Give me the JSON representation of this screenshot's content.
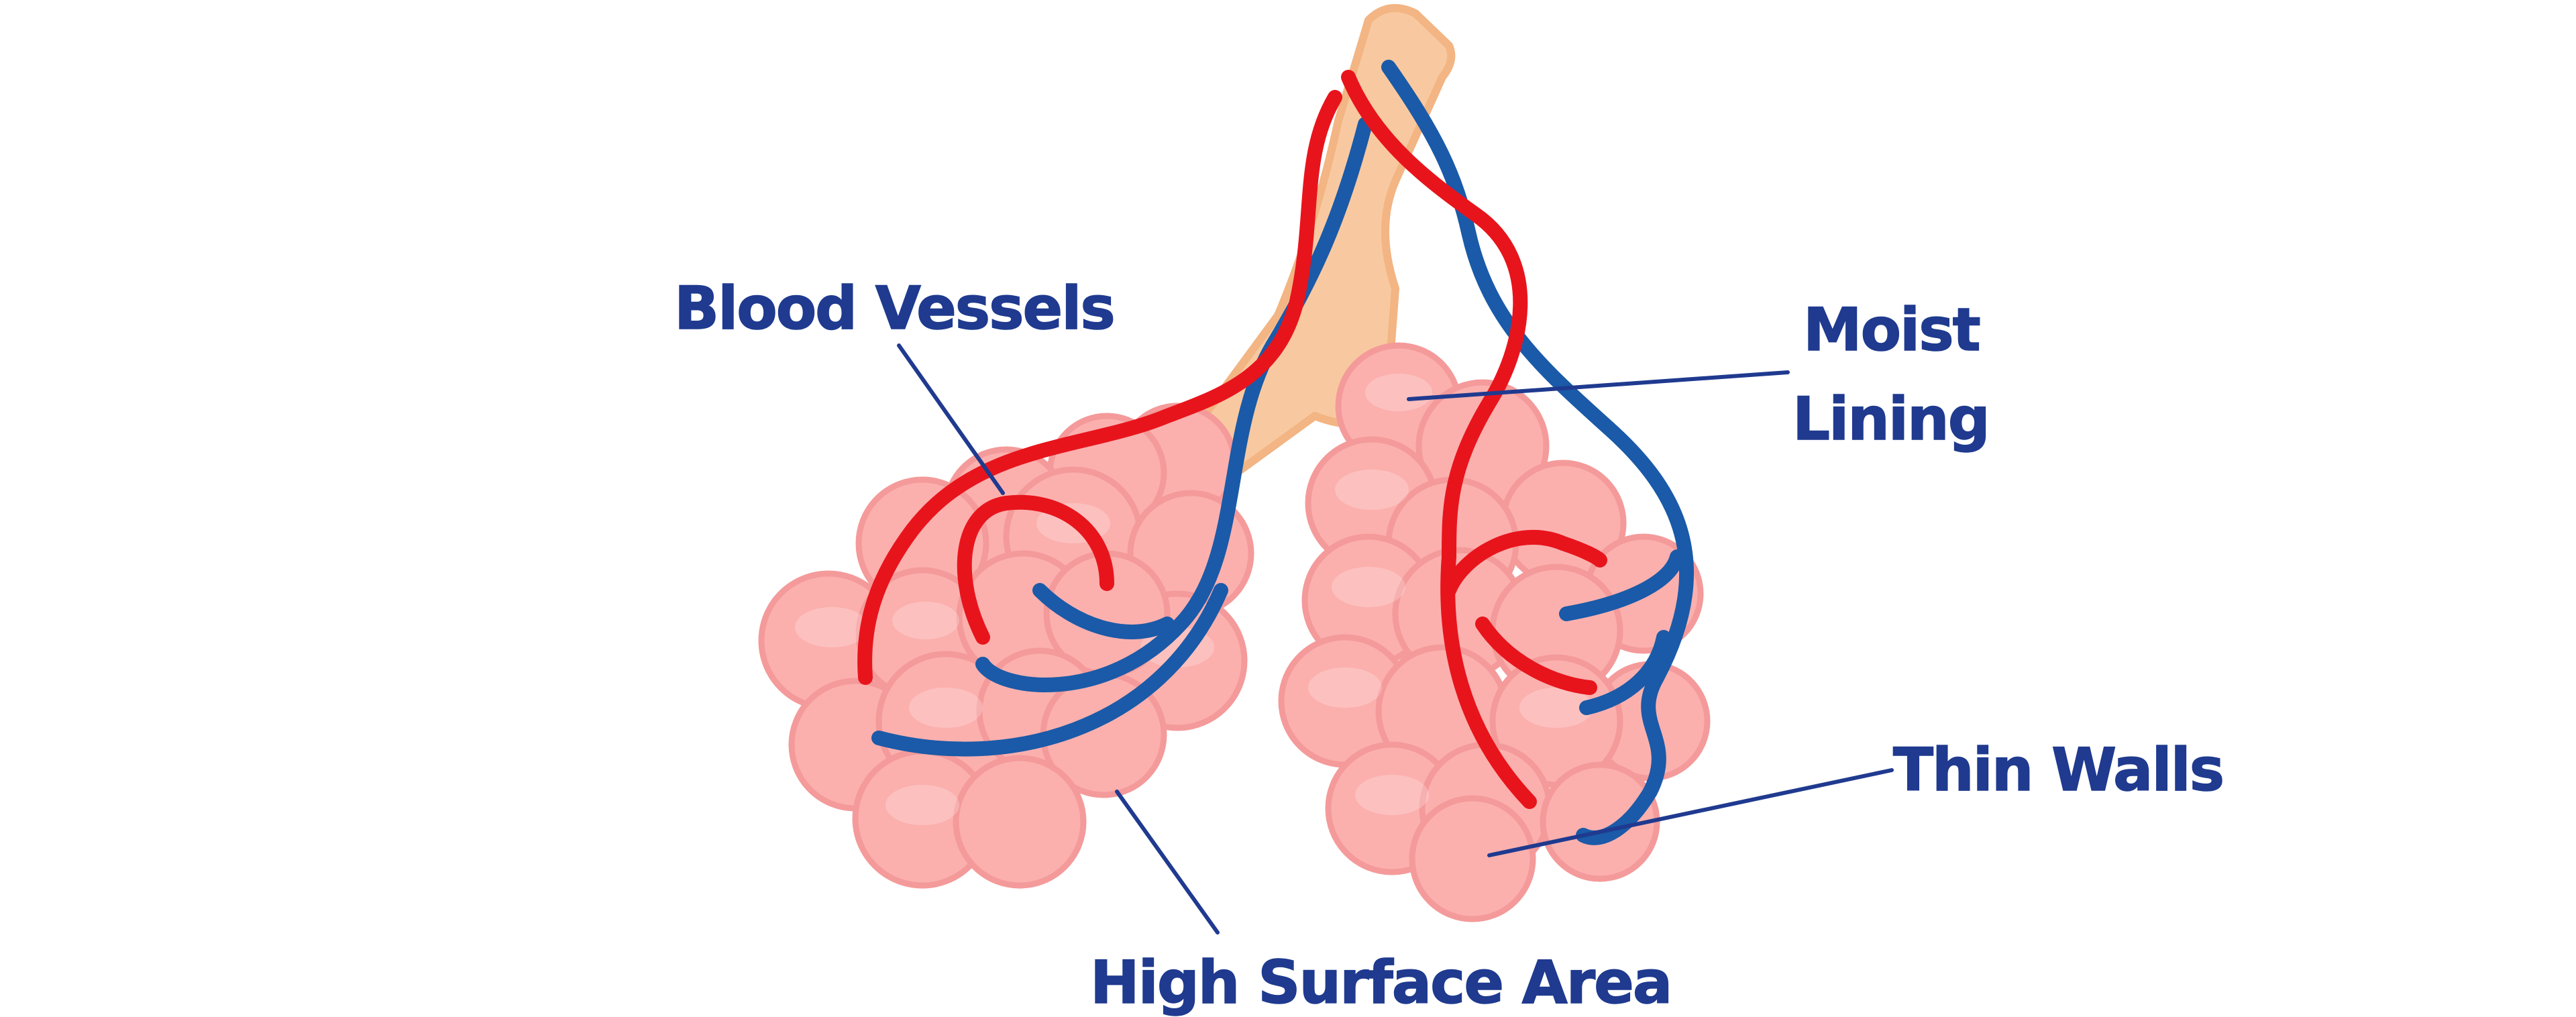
{
  "labels": {
    "blood_vessels": "Blood Vessels",
    "moist_line1": "Moist",
    "moist_line2": "Lining",
    "thin_walls": "Thin Walls",
    "high_surface_area": "High Surface Area"
  },
  "colors": {
    "label": "#1f3a8f",
    "alveolus_fill": "#fbb0ae",
    "alveolus_stroke": "#f49a9a",
    "bronchiole": "#f8c9a0",
    "bronchiole_stroke": "#f2b583",
    "artery": "#e8141c",
    "vein": "#1a5aa8"
  }
}
